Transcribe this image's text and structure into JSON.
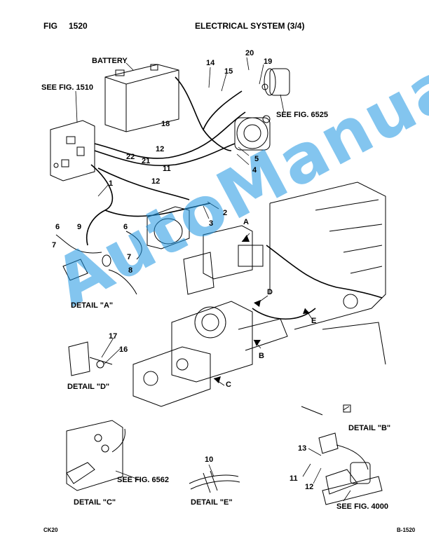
{
  "header": {
    "fig_label": "FIG",
    "fig_number": "1520",
    "title": "ELECTRICAL SYSTEM (3/4)"
  },
  "labels": {
    "battery": "BATTERY",
    "see_fig_1510": "SEE FIG. 1510",
    "see_fig_6525": "SEE FIG. 6525",
    "see_fig_6562": "SEE FIG. 6562",
    "see_fig_4000": "SEE FIG. 4000",
    "detail_a": "DETAIL \"A\"",
    "detail_b": "DETAIL \"B\"",
    "detail_c": "DETAIL \"C\"",
    "detail_d": "DETAIL \"D\"",
    "detail_e": "DETAIL \"E\"",
    "arrow_a": "A",
    "arrow_b": "B",
    "arrow_c": "C",
    "arrow_d": "D",
    "arrow_e": "E"
  },
  "callouts": {
    "n1": "1",
    "n2": "2",
    "n3": "3",
    "n4": "4",
    "n5": "5",
    "n6a": "6",
    "n6b": "6",
    "n7a": "7",
    "n7b": "7",
    "n8": "8",
    "n9": "9",
    "n10": "10",
    "n11a": "11",
    "n11b": "11",
    "n12a": "12",
    "n12b": "12",
    "n12c": "12",
    "n13": "13",
    "n14": "14",
    "n15": "15",
    "n16": "16",
    "n17": "17",
    "n18": "18",
    "n19": "19",
    "n20": "20",
    "n21": "21",
    "n22": "22"
  },
  "footer": {
    "left": "CK20",
    "right": "B-1520"
  },
  "watermark": "AutoManual",
  "colors": {
    "ink": "#000000",
    "watermark": "#1e96e1"
  }
}
